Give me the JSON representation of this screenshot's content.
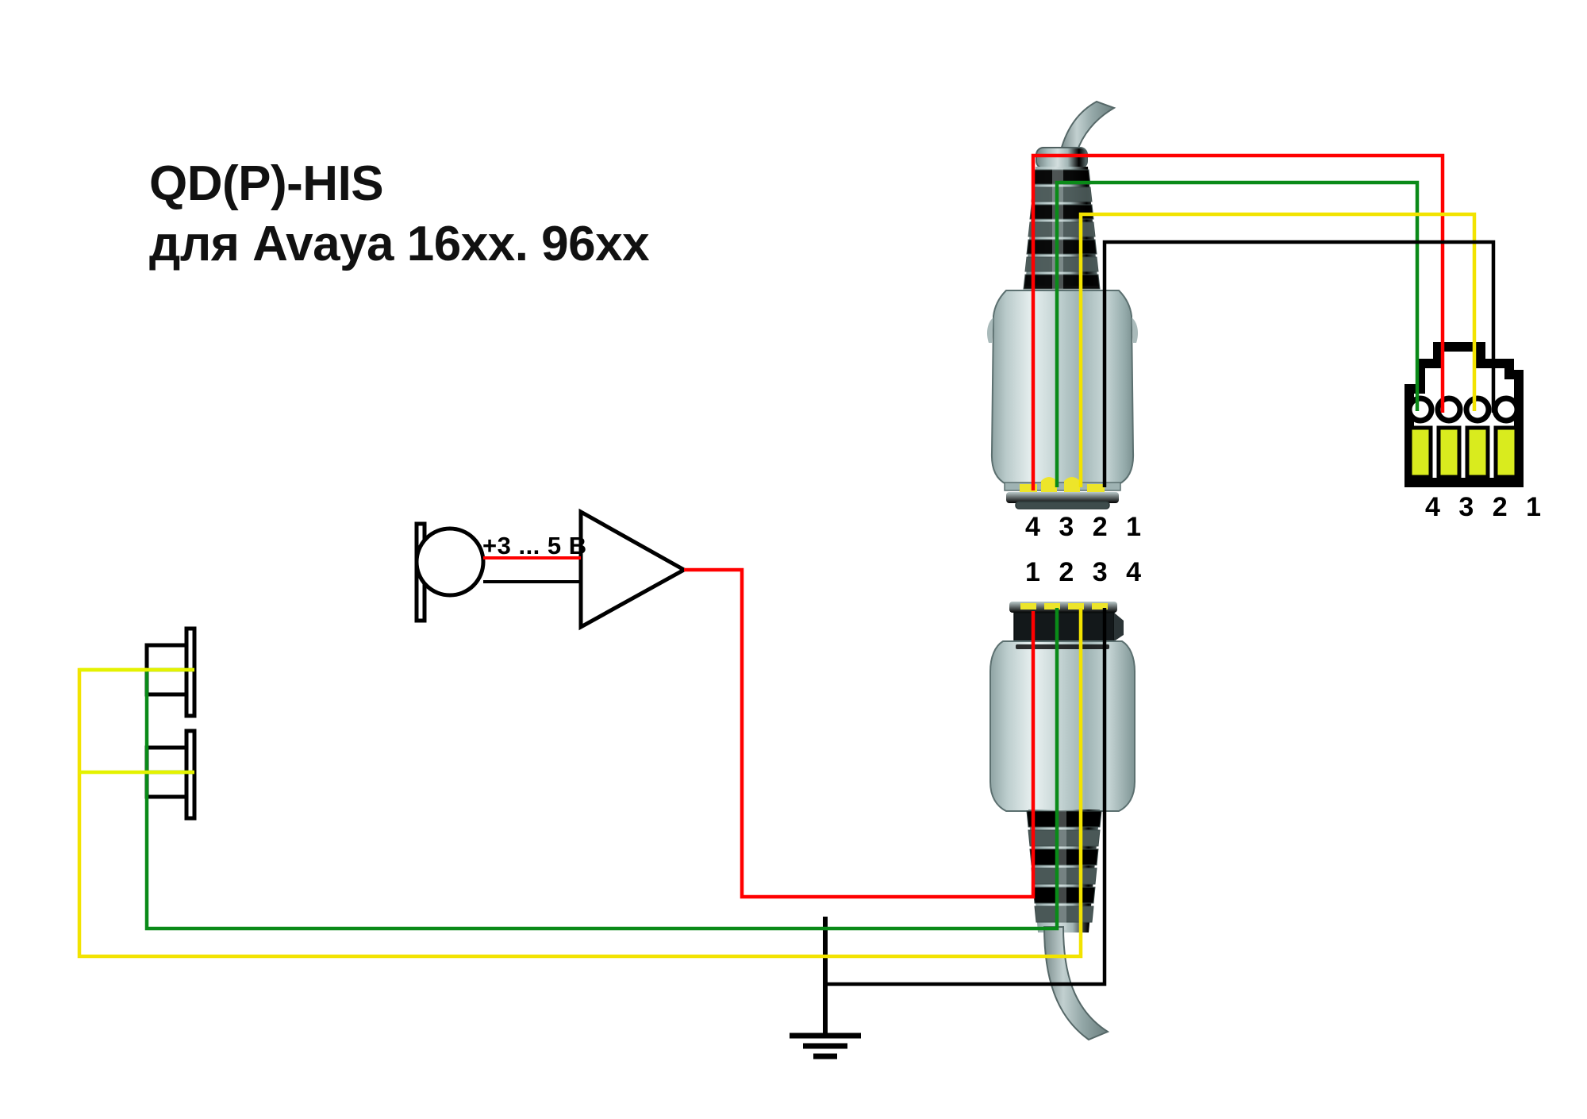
{
  "diagram": {
    "title_line1": "QD(P)-HIS",
    "title_line2": "для Avaya 16xx. 96xx",
    "voltage_label": "+3 ... 5 В",
    "qd_top_pin_labels": "4 3 2 1",
    "qd_bottom_pin_labels": "1 2 3 4",
    "rj_pin_labels": "4 3 2 1"
  },
  "colors": {
    "wire_red": "#FF0000",
    "wire_green": "#0A8A18",
    "wire_yellow": "#F2E300",
    "wire_yellow_bright": "#E4F200",
    "wire_black": "#000000",
    "connector_body_light": "#D9E4E4",
    "connector_body_mid": "#A8BCBC",
    "connector_body_dark": "#6E8484",
    "boot_dark": "#4C5A5A",
    "contact_yellow": "#EDE52A",
    "outline": "#111111"
  },
  "components": {
    "qd_top": "qd-plug-top",
    "qd_bottom": "qd-plug-bottom",
    "rj_plug": "rj-modular-plug",
    "amplifier": "amplifier-triangle",
    "microphone": "microphone-capsule",
    "speaker_upper": "speaker-upper",
    "speaker_lower": "speaker-lower",
    "ground": "ground-symbol"
  },
  "wiring": {
    "nets": [
      {
        "name": "power-red",
        "color": "#FF0000",
        "from": "amplifier-output",
        "to": "rj-pin-3"
      },
      {
        "name": "signal-green",
        "color": "#0A8A18",
        "from": "speaker-lower-terminals",
        "to": "rj-pin-4"
      },
      {
        "name": "signal-yellow",
        "color": "#F2E300",
        "from": "speaker-upper-terminals",
        "to": "rj-pin-1"
      },
      {
        "name": "ground-black",
        "color": "#000000",
        "from": "ground-symbol",
        "to": "rj-pin-2"
      }
    ]
  }
}
